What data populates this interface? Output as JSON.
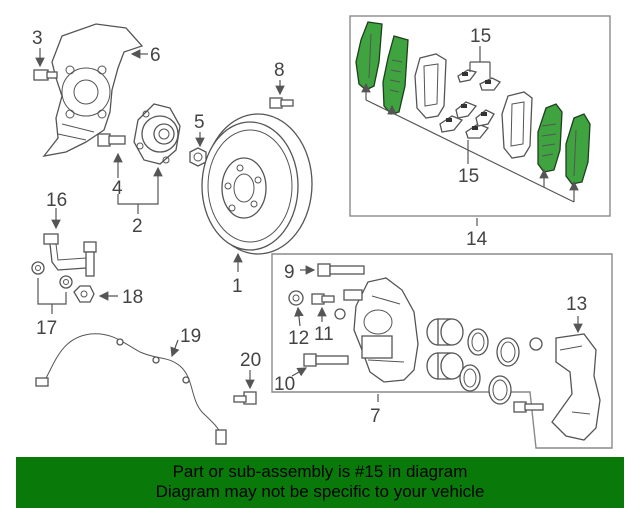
{
  "callouts": {
    "c1": "1",
    "c2": "2",
    "c3": "3",
    "c4": "4",
    "c5": "5",
    "c6": "6",
    "c7": "7",
    "c8": "8",
    "c9": "9",
    "c10": "10",
    "c11": "11",
    "c12": "12",
    "c13": "13",
    "c14": "14",
    "c15a": "15",
    "c15b": "15",
    "c16": "16",
    "c17": "17",
    "c18": "18",
    "c19": "19",
    "c20": "20"
  },
  "banner": {
    "line1": "Part or sub-assembly is #15 in diagram",
    "line2": "Diagram may not be specific to your vehicle"
  },
  "colors": {
    "highlight_part": "#3fa33f",
    "banner_background": "#097a09"
  }
}
